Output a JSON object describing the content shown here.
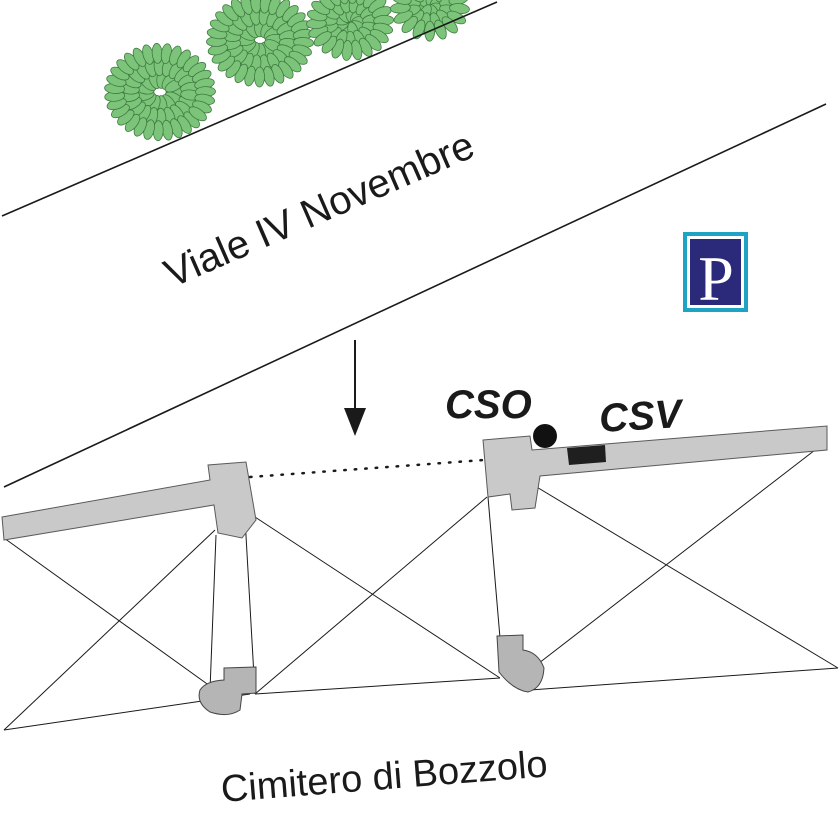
{
  "road": {
    "name": "Viale IV Novembre"
  },
  "cemetery": {
    "name": "Cimitero di Bozzolo"
  },
  "markers": {
    "cso": "CSO",
    "csv": "CSV"
  },
  "parking": {
    "symbol": "P"
  },
  "colors": {
    "wall": "#c9c9c9",
    "wall_stroke": "#5a5a5a",
    "line": "#1a1a1a",
    "foliage": "#7cc47a",
    "foliage_stroke": "#3f7a40",
    "parking_outer": "#1fa3c4",
    "parking_inner": "#2b2a7a"
  }
}
